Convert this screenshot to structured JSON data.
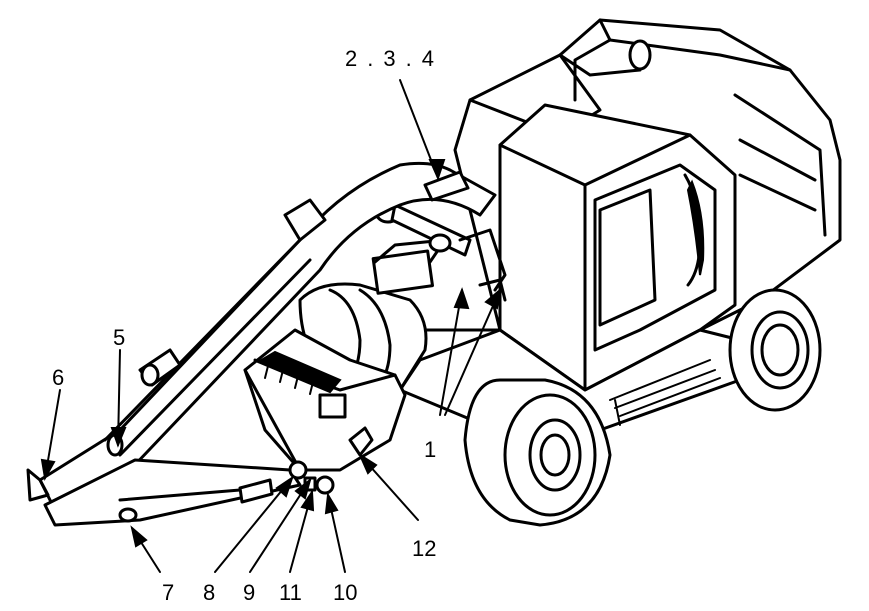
{
  "labels": {
    "l234": "2.3.4",
    "l1": "1",
    "l5": "5",
    "l6": "6",
    "l7": "7",
    "l8": "8",
    "l9": "9",
    "l10": "10",
    "l11": "11",
    "l12": "12"
  }
}
